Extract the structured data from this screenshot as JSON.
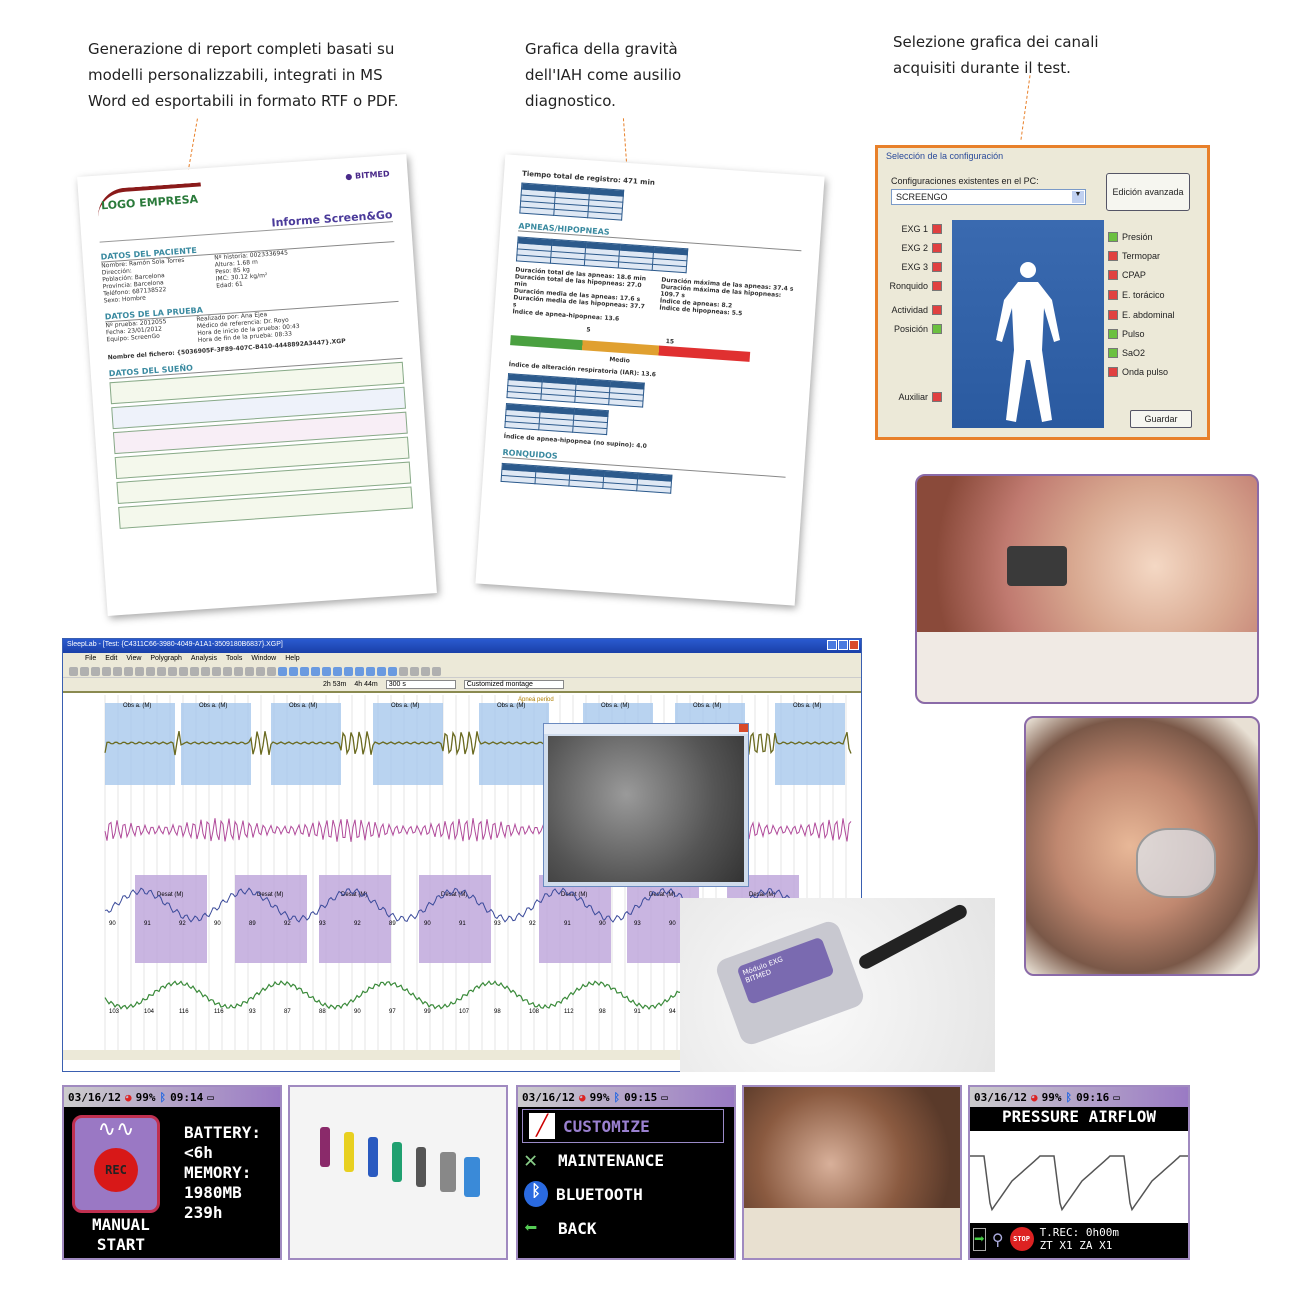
{
  "captions": {
    "reports": "Generazione di report completi basati su\nmodelli personalizzabili, integrati in MS\nWord ed esportabili in formato RTF o PDF.",
    "severity": "Grafica della gravità\ndell'IAH come ausilio\ndiagnostico.",
    "channels": "Selezione grafica dei canali\nacquisiti durante il test."
  },
  "report1": {
    "logo": "LOGO EMPRESA",
    "brand": "BITMED",
    "title": "Informe Screen&Go",
    "patient_section": "DATOS DEL PACIENTE",
    "patient_left": [
      "Nombre: Ramón Sola Torres",
      "Dirección:",
      "Población: Barcelona",
      "Provincia: Barcelona",
      "Teléfono: 687138522",
      "Sexo: Hombre"
    ],
    "patient_right": [
      "Nº historia: 0023336945",
      "Altura: 1.68 m",
      "Peso: 85 kg",
      "IMC: 30.12 kg/m²",
      "Edad: 61"
    ],
    "test_section": "DATOS DE LA PRUEBA",
    "test_left": [
      "Nº prueba: 2012055",
      "Fecha: 23/01/2012",
      "Equipo: ScreenGo"
    ],
    "test_right": [
      "Realizado por: Ana Ejea",
      "Médico de referencia: Dr. Royo",
      "Hora de inicio de la prueba: 00:43",
      "Hora de fin de la prueba: 08:33"
    ],
    "file": "Nombre del fichero: {5036905F-3F89-407C-B410-4448892A3447}.XGP",
    "sleep_section": "DATOS DEL SUEÑO"
  },
  "report2": {
    "total": "Tiempo total de registro: 471 min",
    "apnea_section": "APNEAS/HIPOPNEAS",
    "stats_left": [
      "Duración total de las apneas: 18.6 min",
      "Duración total de las hipopneas: 27.0 min",
      "Duración media de las apneas: 17.6 s",
      "Duración media de las hipopneas: 37.7 s",
      "Índice de apnea-hipopnea: 13.6"
    ],
    "stats_right": [
      "Duración máxima de las apneas: 37.4 s",
      "Duración máxima de las hipopneas: 109.7 s",
      "Índice de apneas: 8.2",
      "Índice de hipopneas: 5.5"
    ],
    "scale": {
      "low": "5",
      "high": "15",
      "label": "Medio",
      "value": 13.6
    },
    "iar": "Índice de alteración respiratoria (IAR): 13.6",
    "iah_nosupine": "Índice de apnea-hipopnea (no supino): 4.0",
    "snore_section": "RONQUIDOS"
  },
  "config": {
    "group": "Selección de la configuración",
    "label": "Configuraciones existentes en el PC:",
    "selected": "SCREENGO",
    "advanced": "Edición avanzada",
    "save": "Guardar",
    "left": [
      {
        "name": "EXG 1",
        "on": false
      },
      {
        "name": "EXG 2",
        "on": false
      },
      {
        "name": "EXG 3",
        "on": false
      },
      {
        "name": "Ronquido",
        "on": false
      },
      {
        "name": "Actividad",
        "on": false
      },
      {
        "name": "Posición",
        "on": true
      },
      {
        "name": "Auxiliar",
        "on": false
      }
    ],
    "right": [
      {
        "name": "Presión",
        "on": true
      },
      {
        "name": "Termopar",
        "on": false
      },
      {
        "name": "CPAP",
        "on": false
      },
      {
        "name": "E. torácico",
        "on": false
      },
      {
        "name": "E. abdominal",
        "on": false
      },
      {
        "name": "Pulso",
        "on": true
      },
      {
        "name": "SaO2",
        "on": true
      },
      {
        "name": "Onda pulso",
        "on": false
      }
    ]
  },
  "sleeplab": {
    "title": "SleepLab - [Test: {C4311C66-3980-4049-A1A1-3509180B6837}.XGP]",
    "menu": [
      "File",
      "Edit",
      "View",
      "Polygraph",
      "Analysis",
      "Tools",
      "Window",
      "Help"
    ],
    "dur1": "2h 53m",
    "dur2": "4h 44m",
    "window": "300 s",
    "montage": "Customized montage",
    "event_apnea": "Obs a. (M)",
    "event_desat": "Desat (M)",
    "apnea_period": "Apnea period",
    "spo2_values": [
      "90",
      "91",
      "92",
      "90",
      "89",
      "92",
      "93",
      "92",
      "89",
      "90",
      "91",
      "93",
      "92",
      "91",
      "90",
      "93",
      "90"
    ],
    "pulse_values": [
      "103",
      "104",
      "116",
      "116",
      "93",
      "87",
      "88",
      "90",
      "97",
      "99",
      "107",
      "98",
      "108",
      "112",
      "98",
      "91",
      "94"
    ]
  },
  "module": {
    "label": "Módulo EXG",
    "brand": "BITMED"
  },
  "screens": [
    {
      "date": "03/16/12",
      "battery_pct": "99%",
      "time": "09:14",
      "rec": "REC",
      "mode": "MANUAL\nSTART",
      "info": "BATTERY:\n<6h\nMEMORY:\n1980MB\n239h"
    },
    {
      "date": "03/16/12",
      "battery_pct": "99%",
      "time": "09:15",
      "menu": [
        "CUSTOMIZE",
        "MAINTENANCE",
        "BLUETOOTH",
        "BACK"
      ]
    },
    {
      "date": "03/16/12",
      "battery_pct": "99%",
      "time": "09:16",
      "title": "PRESSURE AIRFLOW",
      "stop": "STOP",
      "trec": "T.REC: 0h00m",
      "zoom": "ZT X1 ZA X1"
    }
  ]
}
